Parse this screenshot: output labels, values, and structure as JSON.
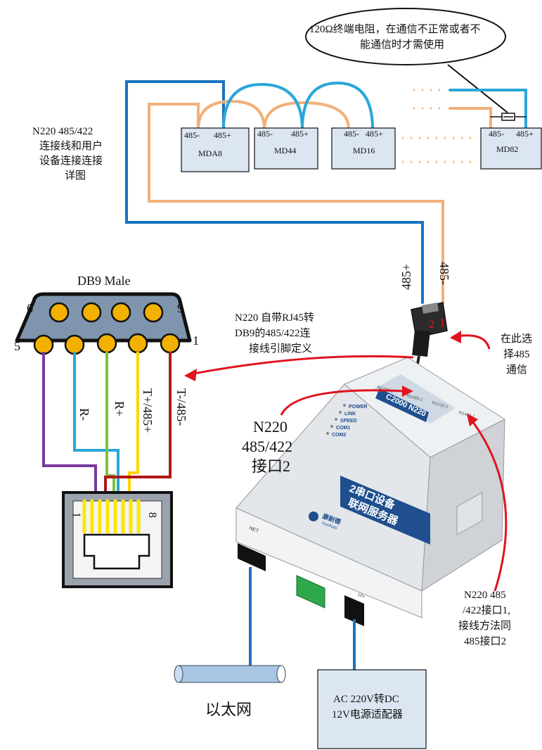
{
  "terminator_note": {
    "line1": "120Ω终端电阻，在通信不正常或者不",
    "line2": "能通信时才需使用"
  },
  "devices": [
    {
      "id": "mda8",
      "name": "MDA8",
      "minus": "485-",
      "plus": "485+"
    },
    {
      "id": "md44",
      "name": "MD44",
      "minus": "485-",
      "plus": "485+"
    },
    {
      "id": "md16",
      "name": "MD16",
      "minus": "485-",
      "plus": "485+"
    },
    {
      "id": "md82",
      "name": "MD82",
      "minus": "485-",
      "plus": "485+"
    }
  ],
  "wiring_note": {
    "line1": "N220 485/422",
    "line2": "连接线和用户",
    "line3": "设备连接连接",
    "line4": "详图"
  },
  "db9": {
    "title": "DB9 Male",
    "pin6": "6",
    "pin9": "9",
    "pin5": "5",
    "pin1": "1"
  },
  "rj45": {
    "pin1": "1",
    "pin8": "8"
  },
  "wire_labels": {
    "r_minus": "R-",
    "r_plus": "R+",
    "t_plus": "T+/485+",
    "t_minus": "T-/485-",
    "bus_plus": "485+",
    "bus_minus": "485-"
  },
  "connector_note": {
    "line1": "N220 自带RJ45转",
    "line2": "DB9的485/422连",
    "line3": "接线引脚定义"
  },
  "select_note": {
    "line1": "在此选",
    "line2": "择485",
    "line3": "通信"
  },
  "connector_num": {
    "two": "2",
    "one": "1"
  },
  "port2_note": {
    "line1": "N220",
    "line2": "485/422",
    "line3": "接口2"
  },
  "port1_note": {
    "line1": "N220 485",
    "line2": "/422接口1,",
    "line3": "接线方法同",
    "line4": "485接口2"
  },
  "device": {
    "model": "C2000 N220",
    "leds": [
      "POWER",
      "LINK",
      "SPEED",
      "COM1",
      "COM2"
    ],
    "ports_top": [
      "RS232-2",
      "RS485-2",
      "RS232-1",
      "RS485-1"
    ],
    "product_line1": "2串口设备",
    "product_line2": "联网服务器",
    "brand": "康耐德",
    "brand_en": "KonNaD",
    "net_label": "NET",
    "power_label": "12V"
  },
  "ethernet_label": "以太网",
  "adapter": {
    "line1": "AC 220V转DC",
    "line2": "12V电源适配器"
  },
  "colors": {
    "blue_wire": "#1a72c0",
    "orange_wire": "#f2b07a",
    "cyan_wire": "#2aa7d8",
    "red_arrow": "#e0141e",
    "purple_wire": "#7a3a9a",
    "green_wire": "#7ec242",
    "yellow_wire": "#ffd400",
    "dark_red_wire": "#b01818",
    "db9_body": "#7f95ad",
    "pin_gold": "#f2b100",
    "device_blue": "#1f4f8e"
  }
}
